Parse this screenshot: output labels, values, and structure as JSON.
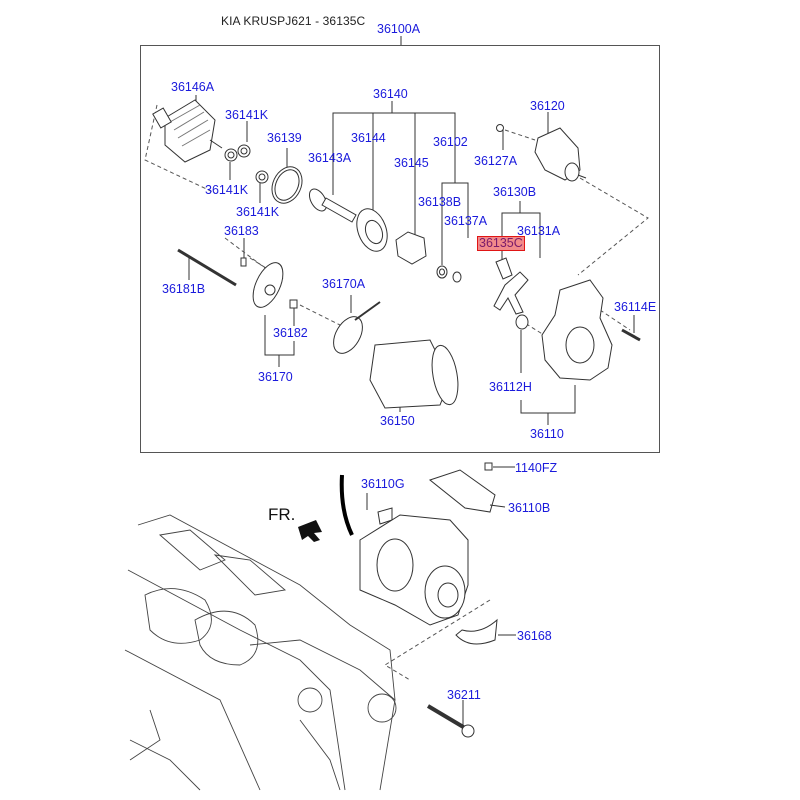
{
  "header": {
    "title": "KIA KRUSPJ621 - 36135C",
    "assembly_label": "36100A"
  },
  "diagram": {
    "direction_marker": "FR.",
    "highlighted_part": "36135C",
    "highlight_color": "#f28a8a",
    "label_color": "#1a1adc",
    "parts": [
      {
        "id": "p-36146A",
        "label": "36146A"
      },
      {
        "id": "p-36141K-a",
        "label": "36141K"
      },
      {
        "id": "p-36141K-b",
        "label": "36141K"
      },
      {
        "id": "p-36141K-c",
        "label": "36141K"
      },
      {
        "id": "p-36139",
        "label": "36139"
      },
      {
        "id": "p-36140",
        "label": "36140"
      },
      {
        "id": "p-36144",
        "label": "36144"
      },
      {
        "id": "p-36143A",
        "label": "36143A"
      },
      {
        "id": "p-36145",
        "label": "36145"
      },
      {
        "id": "p-36102",
        "label": "36102"
      },
      {
        "id": "p-36138B",
        "label": "36138B"
      },
      {
        "id": "p-36137A",
        "label": "36137A"
      },
      {
        "id": "p-36120",
        "label": "36120"
      },
      {
        "id": "p-36127A",
        "label": "36127A"
      },
      {
        "id": "p-36130B",
        "label": "36130B"
      },
      {
        "id": "p-36131A",
        "label": "36131A"
      },
      {
        "id": "p-36135C",
        "label": "36135C"
      },
      {
        "id": "p-36183",
        "label": "36183"
      },
      {
        "id": "p-36181B",
        "label": "36181B"
      },
      {
        "id": "p-36182",
        "label": "36182"
      },
      {
        "id": "p-36170A",
        "label": "36170A"
      },
      {
        "id": "p-36170",
        "label": "36170"
      },
      {
        "id": "p-36150",
        "label": "36150"
      },
      {
        "id": "p-36114E",
        "label": "36114E"
      },
      {
        "id": "p-36112H",
        "label": "36112H"
      },
      {
        "id": "p-36110",
        "label": "36110"
      },
      {
        "id": "p-36110G",
        "label": "36110G"
      },
      {
        "id": "p-1140FZ",
        "label": "1140FZ"
      },
      {
        "id": "p-36110B",
        "label": "36110B"
      },
      {
        "id": "p-36168",
        "label": "36168"
      },
      {
        "id": "p-36211",
        "label": "36211"
      }
    ]
  }
}
